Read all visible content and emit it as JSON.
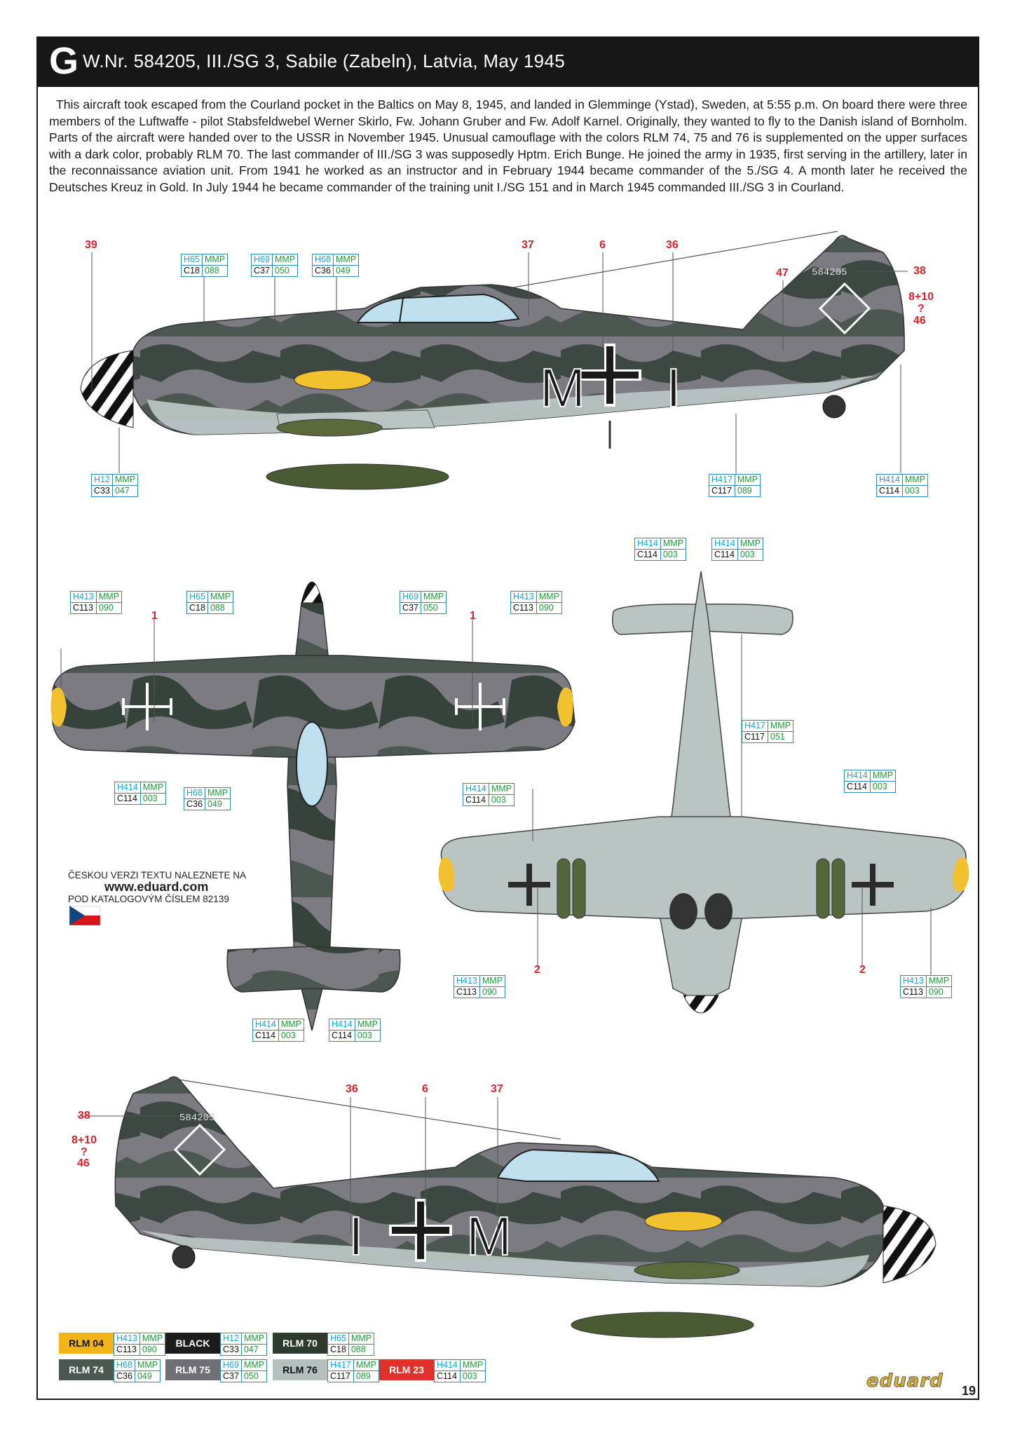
{
  "header": {
    "letter": "G",
    "title": "W.Nr. 584205, III./SG 3, Sabile (Zabeln), Latvia, May 1945"
  },
  "intro_text": "This aircraft took escaped from the Courland pocket in the Baltics on May 8, 1945, and landed in Glemminge (Ystad), Sweden, at 5:55 p.m. On board there were three members of the Luftwaffe - pilot Stabsfeldwebel Werner Skirlo, Fw. Johann Gruber and Fw. Adolf Karnel. Originally, they wanted to fly to the Danish island of Bornholm. Parts of the aircraft were handed over to the USSR in November 1945. Unusual camouflage with the colors RLM 74, 75 and 76 is supplemented on the upper surfaces with a dark color, probably RLM 70. The last commander of III./SG 3 was supposedly Hptm. Erich Bunge. He joined the army in 1935, first serving in the artillery, later in the reconnaissance aviation unit. From 1941 he worked as an instructor and in February 1944 became commander of the 5./SG 4. A month later he received the Deutsches Kreuz in Gold. In July 1944 he became commander of the training unit I./SG 151 and in March 1945 commanded III./SG 3 in Courland.",
  "callouts": {
    "h65": {
      "h": "H65",
      "m": "MMP",
      "c": "C18",
      "n": "088"
    },
    "h69": {
      "h": "H69",
      "m": "MMP",
      "c": "C37",
      "n": "050"
    },
    "h68": {
      "h": "H68",
      "m": "MMP",
      "c": "C36",
      "n": "049"
    },
    "h12": {
      "h": "H12",
      "m": "MMP",
      "c": "C33",
      "n": "047"
    },
    "h417_089": {
      "h": "H417",
      "m": "MMP",
      "c": "C117",
      "n": "089"
    },
    "h417_051": {
      "h": "H417",
      "m": "MMP",
      "c": "C117",
      "n": "051"
    },
    "h414": {
      "h": "H414",
      "m": "MMP",
      "c": "C114",
      "n": "003"
    },
    "h413": {
      "h": "H413",
      "m": "MMP",
      "c": "C113",
      "n": "090"
    }
  },
  "decal_numbers": {
    "n39": "39",
    "n37": "37",
    "n6": "6",
    "n36": "36",
    "n47": "47",
    "n38": "38",
    "n8_10": "8+10",
    "q": "?",
    "n46": "46",
    "n1": "1",
    "n2": "2"
  },
  "werknummer": "584205",
  "codes": {
    "m": "M",
    "i": "I"
  },
  "czech_note": {
    "line1": "ČESKOU VERZI TEXTU NALEZNETE NA",
    "line2": "www.eduard.com",
    "line3": "POD KATALOGOVÝM ČÍSLEM 82139"
  },
  "legend": [
    {
      "rlm": "RLM 04",
      "h": "H413",
      "m": "MMP",
      "c": "C113",
      "n": "090",
      "color": "#f2b319",
      "text": "#111111"
    },
    {
      "rlm": "BLACK",
      "h": "H12",
      "m": "MMP",
      "c": "C33",
      "n": "047",
      "color": "#1c1c1c",
      "text": "#ffffff"
    },
    {
      "rlm": "RLM 70",
      "h": "H65",
      "m": "MMP",
      "c": "C18",
      "n": "088",
      "color": "#2f3a2e",
      "text": "#ffffff"
    },
    {
      "rlm": "RLM 74",
      "h": "H68",
      "m": "MMP",
      "c": "C36",
      "n": "049",
      "color": "#4b5750",
      "text": "#ffffff"
    },
    {
      "rlm": "RLM 75",
      "h": "H69",
      "m": "MMP",
      "c": "C37",
      "n": "050",
      "color": "#716f76",
      "text": "#ffffff"
    },
    {
      "rlm": "RLM 76",
      "h": "H417",
      "m": "MMP",
      "c": "C117",
      "n": "089",
      "color": "#b4bfbe",
      "text": "#111111"
    },
    {
      "rlm": "RLM 23",
      "h": "H414",
      "m": "MMP",
      "c": "C114",
      "n": "003",
      "color": "#e03029",
      "text": "#ffffff"
    }
  ],
  "logo": "eduard",
  "page_number": "19",
  "colors": {
    "rlm74": "#4b5750",
    "rlm75": "#7d7b82",
    "rlm76": "#b9c4c3",
    "rlm70": "#35433a",
    "rlm04": "#f2c12e",
    "glass": "#bfe0ef",
    "red": "#d8232a"
  }
}
